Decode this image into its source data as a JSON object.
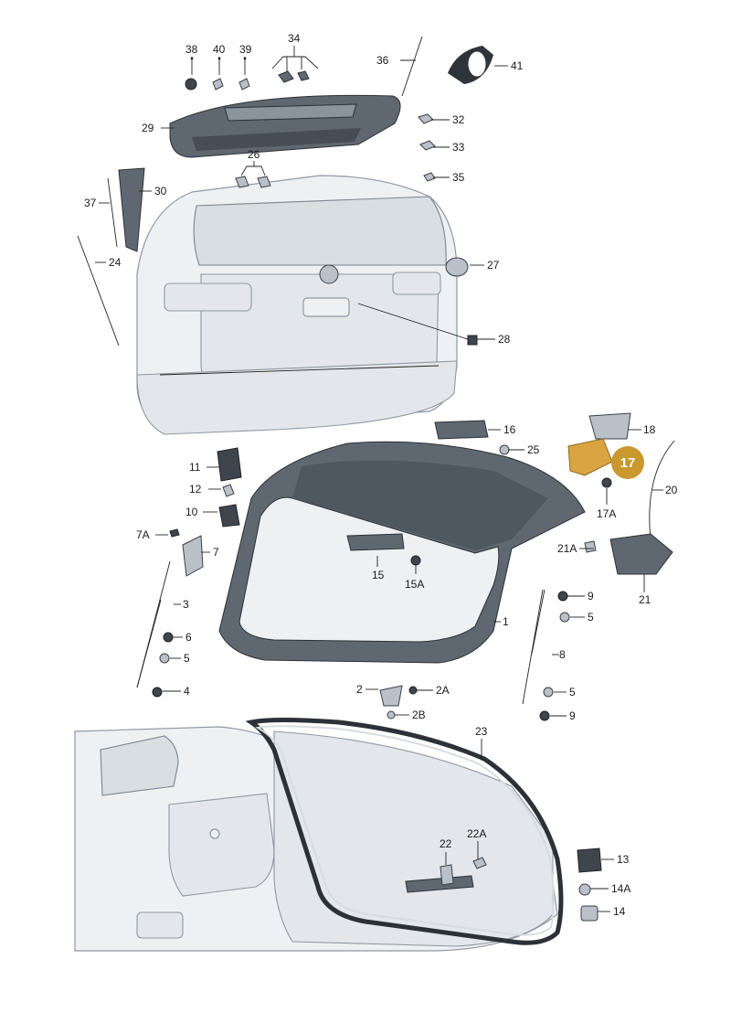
{
  "labels": {
    "p1": "1",
    "p2": "2",
    "p2A": "2A",
    "p2B": "2B",
    "p3": "3",
    "p4": "4",
    "p5a": "5",
    "p5b": "5",
    "p5c": "5",
    "p6": "6",
    "p7": "7",
    "p7A": "7A",
    "p8": "8",
    "p9a": "9",
    "p9b": "9",
    "p10": "10",
    "p11": "11",
    "p12": "12",
    "p13": "13",
    "p14": "14",
    "p14A": "14A",
    "p15": "15",
    "p15A": "15A",
    "p16": "16",
    "p17": "17",
    "p17A": "17A",
    "p18": "18",
    "p20": "20",
    "p21": "21",
    "p21A": "21A",
    "p22": "22",
    "p22A": "22A",
    "p23": "23",
    "p24": "24",
    "p25": "25",
    "p26": "26",
    "p27": "27",
    "p28": "28",
    "p29": "29",
    "p30": "30",
    "p32": "32",
    "p33": "33",
    "p34": "34",
    "p35": "35",
    "p36": "36",
    "p37": "37",
    "p38": "38",
    "p39": "39",
    "p40": "40",
    "p41": "41"
  },
  "highlight": {
    "part": "17",
    "color": "#c9982f"
  },
  "colors": {
    "part_dark": "#5f6870",
    "body_light": "#eef1f4",
    "outline": "#8f98a2"
  }
}
